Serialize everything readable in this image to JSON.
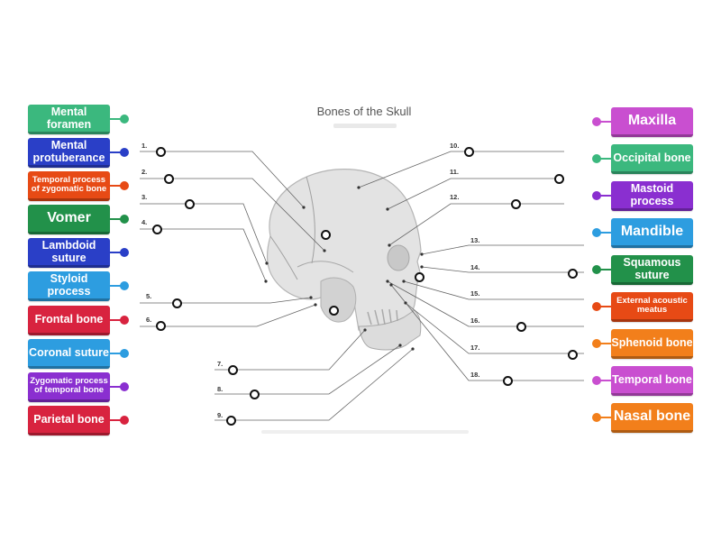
{
  "diagram": {
    "title": "Bones of the Skull",
    "numbers": [
      "1.",
      "2.",
      "3.",
      "4.",
      "5.",
      "6.",
      "7.",
      "8.",
      "9.",
      "10.",
      "11.",
      "12.",
      "13.",
      "14.",
      "15.",
      "16.",
      "17.",
      "18."
    ]
  },
  "left_tiles": [
    {
      "label": "Mental foramen",
      "color": "#3bb87e"
    },
    {
      "label": "Mental protuberance",
      "color": "#2a3fc7"
    },
    {
      "label": "Temporal process of zygomatic bone",
      "color": "#e74a15"
    },
    {
      "label": "Vomer",
      "color": "#22914a"
    },
    {
      "label": "Lambdoid suture",
      "color": "#2a3fc7"
    },
    {
      "label": "Styloid process",
      "color": "#2d9de0"
    },
    {
      "label": "Frontal bone",
      "color": "#d8233f"
    },
    {
      "label": "Coronal suture",
      "color": "#2d9de0"
    },
    {
      "label": "Zygomatic process of temporal bone",
      "color": "#8a2fd0"
    },
    {
      "label": "Parietal bone",
      "color": "#d8233f"
    }
  ],
  "right_tiles": [
    {
      "label": "Maxilla",
      "color": "#c94fd0"
    },
    {
      "label": "Occipital bone",
      "color": "#3bb87e"
    },
    {
      "label": "Mastoid process",
      "color": "#8a2fd0"
    },
    {
      "label": "Mandible",
      "color": "#2d9de0"
    },
    {
      "label": "Squamous suture",
      "color": "#22914a"
    },
    {
      "label": "External acoustic meatus",
      "color": "#e74a15"
    },
    {
      "label": "Sphenoid bone",
      "color": "#f27f1b"
    },
    {
      "label": "Temporal bone",
      "color": "#c94fd0"
    },
    {
      "label": "Nasal bone",
      "color": "#f27f1b"
    }
  ]
}
